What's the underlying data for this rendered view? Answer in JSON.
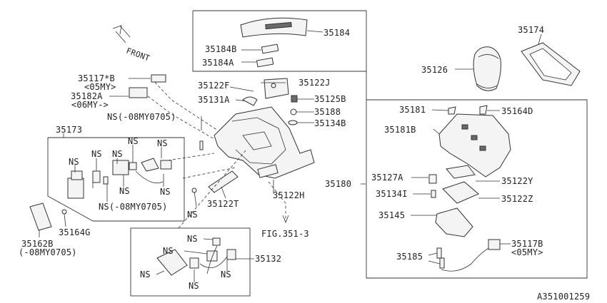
{
  "diagram_id": "A351001259",
  "front_label": "FRONT",
  "fig_ref": "FIG.351-3",
  "ns": "NS",
  "labels": {
    "p35184": "35184",
    "p35184B": "35184B",
    "p35184A": "35184A",
    "p35174": "35174",
    "p35126": "35126",
    "p35117B_star": "35117*B",
    "p05MY_a": "<05MY>",
    "p35182A": "35182A",
    "p06MY": "<06MY->",
    "ns_08": "NS(-08MY0705)",
    "p35122F": "35122F",
    "p35122J": "35122J",
    "p35131A": "35131A",
    "p35125B": "35125B",
    "p35188": "35188",
    "p35134B": "35134B",
    "p35173": "35173",
    "ns_08b": "NS(-08MY0705)",
    "p35164G": "35164G",
    "p35162B": "35162B",
    "p08MY0705": "(-08MY0705)",
    "p35122T": "35122T",
    "p35122H": "35122H",
    "p35132": "35132",
    "p35181": "35181",
    "p35164D": "35164D",
    "p35181B": "35181B",
    "p35180": "35180",
    "p35127A": "35127A",
    "p35122Y": "35122Y",
    "p35134I": "35134I",
    "p35122Z": "35122Z",
    "p35145": "35145",
    "p35185": "35185",
    "p35117B": "35117B",
    "p05MY_b": "<05MY>"
  }
}
